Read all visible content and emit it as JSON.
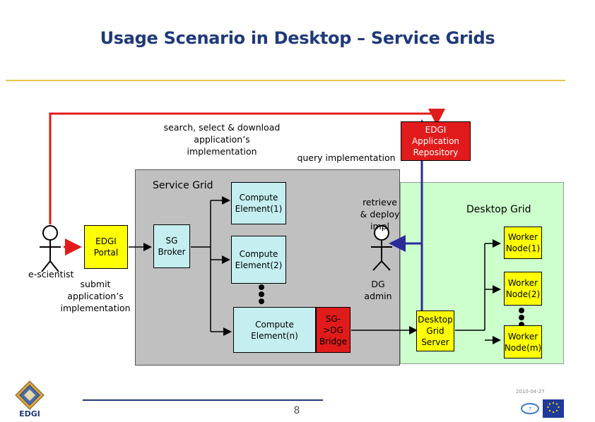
{
  "title": "Usage Scenario in Desktop – Service Grids",
  "labels": {
    "search": [
      "search, select & download",
      "application’s",
      "implementation"
    ],
    "query": "query implementation",
    "submit": [
      "submit",
      "application’s",
      "implementation"
    ],
    "retrieve": [
      "retrieve",
      "& deploy",
      "impl"
    ],
    "escientist": "e-scientist",
    "dg_admin": [
      "DG",
      "admin"
    ]
  },
  "regions": {
    "service_grid": "Service Grid",
    "desktop_grid": "Desktop Grid"
  },
  "boxes": {
    "repository": [
      "EDGI",
      "Application",
      "Repository"
    ],
    "portal": [
      "EDGI",
      "Portal"
    ],
    "broker": [
      "SG",
      "Broker"
    ],
    "ce1": [
      "Compute",
      "Element(1)"
    ],
    "ce2": [
      "Compute",
      "Element(2)"
    ],
    "cen": [
      "Compute",
      "Element(n)"
    ],
    "bridge": [
      "SG->DG",
      "Bridge"
    ],
    "dg_server": [
      "Desktop",
      "Grid",
      "Server"
    ],
    "wn1": [
      "Worker",
      "Node(1)"
    ],
    "wn2": [
      "Worker",
      "Node(2)"
    ],
    "wnm": [
      "Worker",
      "Node(m)"
    ]
  },
  "footer": {
    "page": "8",
    "date": "2010-04-27",
    "logo_text": "EDGI"
  },
  "colors": {
    "title": "#1f3a7a",
    "red_box": "#e11b1b",
    "yellow_box": "#ffff00",
    "cyan_box": "#c5eef0",
    "service_grid_bg": "#c0c0c0",
    "desktop_grid_bg": "#ccffcc",
    "red_arrow": "#e11b1b",
    "blue_arrow": "#2b2b9a"
  }
}
